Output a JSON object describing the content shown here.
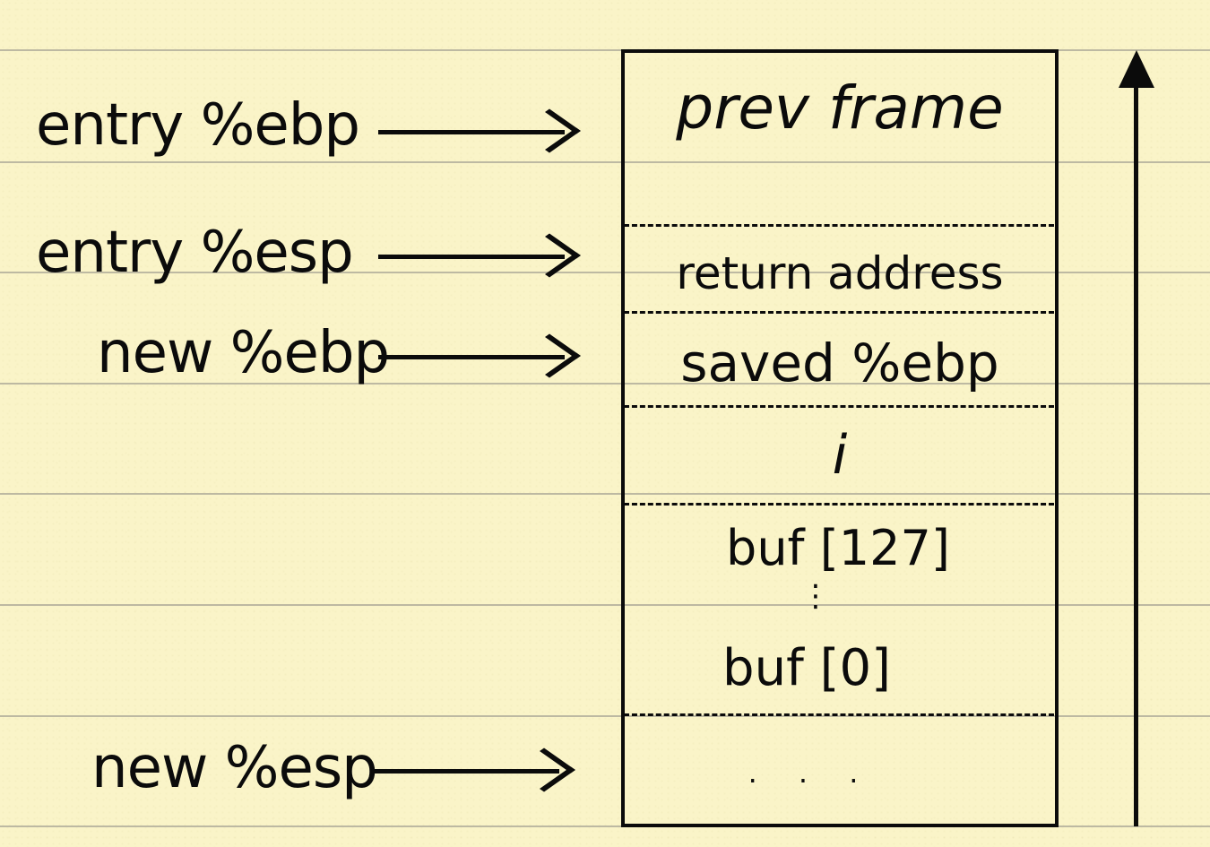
{
  "left_labels": [
    {
      "text": "entry %ebp"
    },
    {
      "text": "entry %esp"
    },
    {
      "text": "new %ebp"
    },
    {
      "text": "new %esp"
    }
  ],
  "stack_cells": {
    "prev_frame": "prev frame",
    "return_address": "return address",
    "saved_ebp": "saved %ebp",
    "i": "i",
    "buf_top": "buf [127]",
    "buf_dots": "⋮",
    "buf_bottom": "buf [0]",
    "below": ". . ."
  },
  "colors": {
    "paper": "#faf4c8",
    "ink": "#0b0b0b",
    "ruling": "#bdb9a2"
  },
  "icons": {
    "growth_arrow": "up-arrow-icon",
    "pointer_arrow": "right-arrow-icon"
  }
}
